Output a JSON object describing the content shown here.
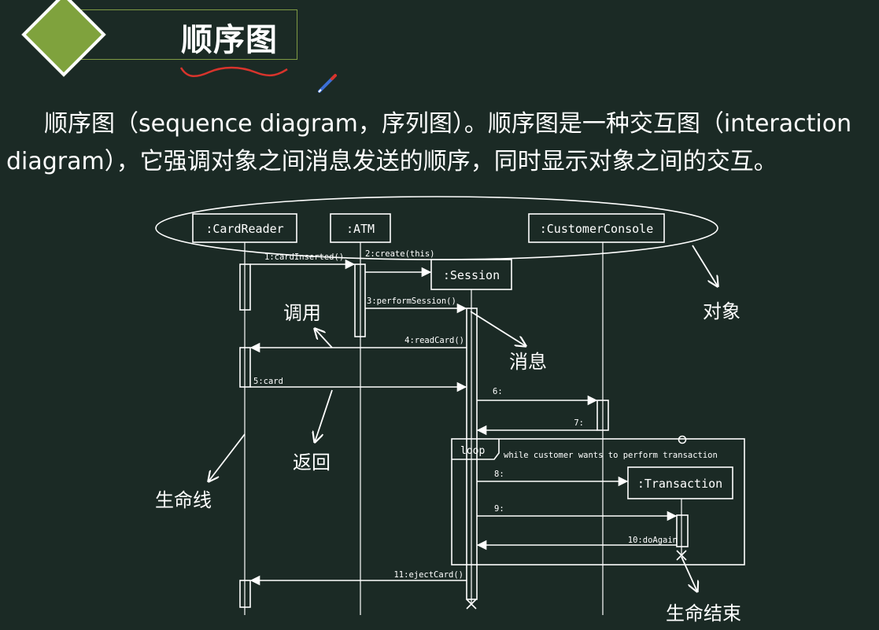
{
  "slide": {
    "title": "顺序图",
    "paragraph": "顺序图（sequence diagram，序列图）。顺序图是一种交互图（interaction diagram），它强调对象之间消息发送的顺序，同时显示对象之间的交互。"
  },
  "diagram": {
    "objects": [
      ":CardReader",
      ":ATM",
      ":CustomerConsole",
      ":Session",
      ":Transaction"
    ],
    "messages": [
      "1:cardInserted()",
      "2:create(this)",
      "3:performSession()",
      "4:readCard()",
      "5:card",
      "6:",
      "7:",
      "8:",
      "9:",
      "10:doAgain",
      "11:ejectCard()"
    ],
    "loop": {
      "label": "loop",
      "guard": "while customer wants to perform transaction"
    },
    "annotations": {
      "objects": "对象",
      "call": "调用",
      "message": "消息",
      "return": "返回",
      "lifeline": "生命线",
      "end_of_life": "生命结束"
    }
  }
}
